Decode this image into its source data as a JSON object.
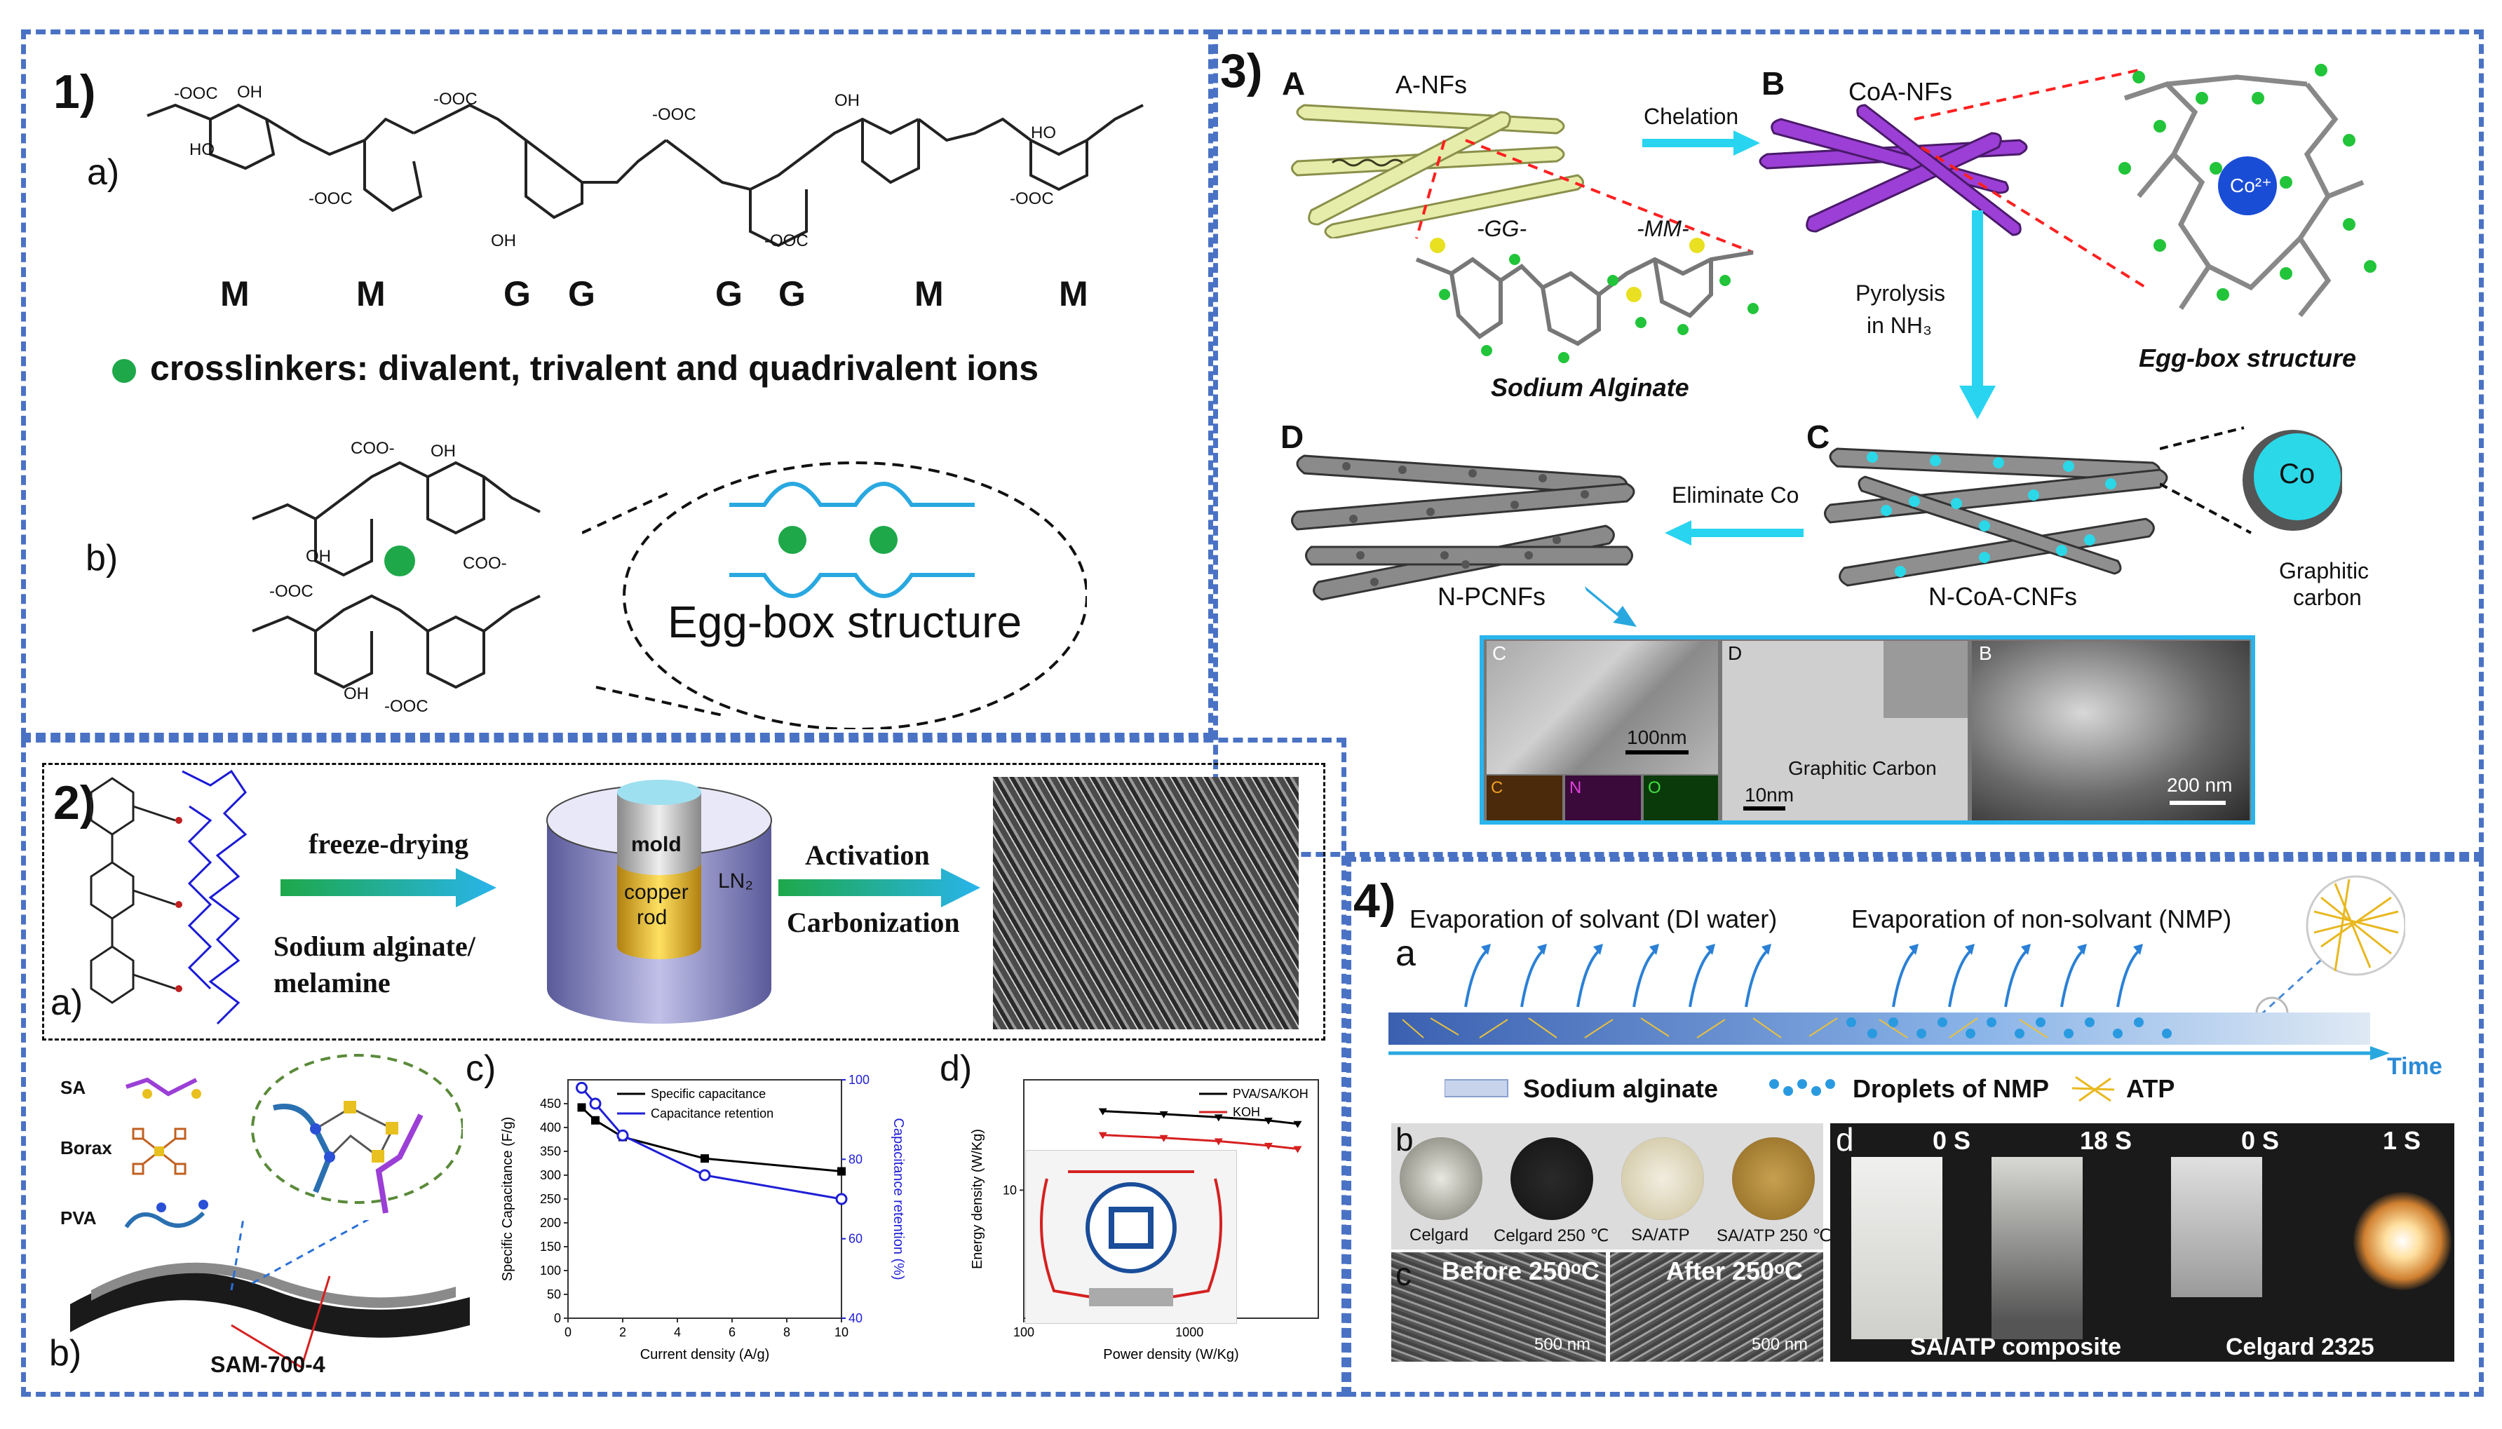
{
  "panel1": {
    "number": "1)",
    "a_label": "a)",
    "b_label": "b)",
    "units": [
      "M",
      "M",
      "G",
      "G",
      "G",
      "G",
      "M",
      "M"
    ],
    "crosslinker_text": "crosslinkers: divalent, trivalent and quadrivalent ions",
    "eggbox_label": "Egg-box structure",
    "chem": {
      "coo": "-OOC",
      "oh": "OH",
      "ho": "HO",
      "coo2": "COO-"
    }
  },
  "panel2": {
    "number": "2)",
    "a_label": "a)",
    "b_label": "b)",
    "c_label": "c)",
    "d_label": "d)",
    "step1_top": "freeze-drying",
    "step1_bottom1": "Sodium alginate/",
    "step1_bottom2": "melamine",
    "mold": "mold",
    "copper1": "copper",
    "copper2": "rod",
    "ln2": "LN₂",
    "step2_top": "Activation",
    "step2_bottom": "Carbonization",
    "legend_sa": "SA",
    "legend_borax": "Borax",
    "legend_pva": "PVA",
    "device_label": "SAM-700-4"
  },
  "panel3": {
    "number": "3)",
    "A": "A",
    "A_name": "A-NFs",
    "B": "B",
    "B_name": "CoA-NFs",
    "C": "C",
    "C_name": "N-CoA-CNFs",
    "D": "D",
    "D_name": "N-PCNFs",
    "chelation": "Chelation",
    "pyrolysis1": "Pyrolysis",
    "pyrolysis2": "in NH₃",
    "eliminate": "Eliminate Co",
    "gg": "-GG-",
    "mm": "-MM-",
    "sodium_alginate": "Sodium Alginate",
    "eggbox": "Egg-box structure",
    "co_ion": "Co²⁺",
    "co": "Co",
    "graphitic1": "Graphitic",
    "graphitic2": "carbon",
    "tem": {
      "c": "C",
      "scale_c": "100nm",
      "map_c": "C",
      "map_n": "N",
      "map_o": "O",
      "d": "D",
      "scale_d": "10nm",
      "graphitic_carbon": "Graphitic Carbon",
      "b": "B",
      "scale_b": "200 nm"
    }
  },
  "panel4": {
    "number": "4)",
    "a_label": "a",
    "evap_solvent": "Evaporation of solvant (DI water)",
    "evap_nonsolvent": "Evaporation of non-solvant (NMP)",
    "time": "Time",
    "legend_sa": "Sodium alginate",
    "legend_nmp": "Droplets of NMP",
    "legend_atp": "ATP",
    "b_label": "b",
    "c_label": "c",
    "d_label": "d",
    "b_items": [
      "Celgard",
      "Celgard 250 ℃",
      "SA/ATP",
      "SA/ATP 250 ℃"
    ],
    "before": "Before 250ᵒC",
    "after": "After 250ᵒC",
    "scale": "500 nm",
    "d_times": [
      "0 S",
      "18 S",
      "0 S",
      "1 S"
    ],
    "d_sa": "SA/ATP composite",
    "d_celgard": "Celgard 2325"
  },
  "colors": {
    "dash": "#4a72c4",
    "cyan": "#29c4f0",
    "purple": "#9b3fd6",
    "green": "#1ea84a"
  },
  "chart_data": [
    {
      "type": "line",
      "xlabel": "Current density (A/g)",
      "ylabel": "Specific Capacitance (F/g)",
      "ylabel2": "Capacitance retention (%)",
      "xlim": [
        0,
        10
      ],
      "ylim": [
        0,
        500
      ],
      "ylim2": [
        40,
        100
      ],
      "xticks": [
        0,
        2,
        4,
        6,
        8,
        10
      ],
      "yticks": [
        0,
        50,
        100,
        150,
        200,
        250,
        300,
        350,
        400,
        450
      ],
      "yticks2": [
        40,
        60,
        80,
        100
      ],
      "series": [
        {
          "name": "Specific capacitance",
          "color": "#000000",
          "x": [
            0.5,
            1,
            2,
            5,
            10
          ],
          "y": [
            442,
            415,
            380,
            335,
            308
          ]
        },
        {
          "name": "Capacitance retention",
          "color": "#1f1fd6",
          "axis": "right",
          "x": [
            0.5,
            1,
            2,
            5,
            10
          ],
          "y": [
            98,
            94,
            86,
            76,
            70
          ]
        }
      ]
    },
    {
      "type": "line",
      "xlabel": "Power density (W/Kg)",
      "ylabel": "Energy density (W/Kg)",
      "xscale": "log",
      "xticks": [
        100,
        1000
      ],
      "yticks": [
        10
      ],
      "series": [
        {
          "name": "PVA/SA/KOH",
          "color": "#000000",
          "x": [
            300,
            700,
            1500,
            3000,
            4500
          ],
          "y": [
            27,
            26,
            25,
            24,
            23
          ]
        },
        {
          "name": "KOH",
          "color": "#d62020",
          "x": [
            300,
            700,
            1500,
            3000,
            4500
          ],
          "y": [
            20,
            19.3,
            18.5,
            17.5,
            16.8
          ]
        }
      ]
    }
  ]
}
